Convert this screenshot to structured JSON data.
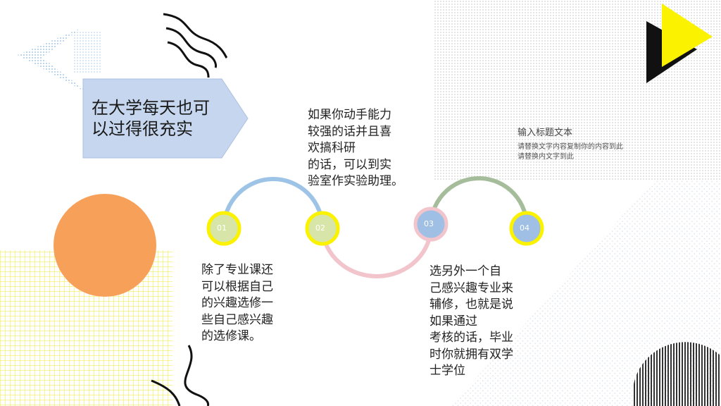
{
  "slide": {
    "title": "在大学每天也可\n以过得很充实",
    "steps": [
      {
        "number": "01",
        "text": "除了专业课还\n可以根据自己\n的兴趣选修一\n些自己感兴趣\n的选修课。"
      },
      {
        "number": "02",
        "text": "如果你动手能力\n较强的话并且喜\n欢搞科研\n的话，可以到实\n验室作实验助理。"
      },
      {
        "number": "03",
        "text": "选另外一个自\n己感兴趣专业来\n辅修，也就是说\n如果通过\n考核的话，毕业\n时你就拥有双学\n士学位"
      },
      {
        "number": "04",
        "text": ""
      }
    ],
    "side_title": "输入标题文本",
    "side_body": "请替换文字内容复制你的内容到此\n请替换内文字到此"
  },
  "colors": {
    "title_box": "#c5d6ee",
    "orange": "#f7a05a",
    "yellow": "#fbf200",
    "blue_arc": "#9dc3e6",
    "pink_arc": "#f2c4cc",
    "green_arc": "#a6bd9c",
    "dot_blue": "#9fbfe4",
    "dot_green": "#d7e5a8"
  }
}
